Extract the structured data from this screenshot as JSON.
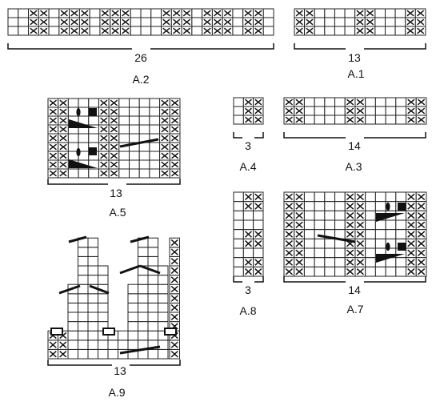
{
  "charts": [
    {
      "id": "A.2",
      "caption": "A.2",
      "stitch_count": "26",
      "rows": [
        "..XX.XXX.XXX...XXX.XXX.XX.",
        "..XX.XXX.XXX...XXX.XXX.XX.",
        "..XX.XXX.XXX...XXX.XXX.XX."
      ]
    },
    {
      "id": "A.1",
      "caption": "A.1",
      "stitch_count": "13",
      "rows": [
        "XX....XX...XX",
        "XX....XX...XX",
        "XX....XX...XX"
      ]
    },
    {
      "id": "A.5",
      "caption": "A.5",
      "stitch_count": "13",
      "rows": [
        "XX...XX....XX",
        "XX...XX....XX",
        "XX...XX....XX",
        "XX...XX....XX",
        "XX...XX....XX",
        "XX...XX....XX",
        "XX...XX....XX",
        "XX...XX....XX",
        "XX...XX....XX"
      ],
      "symbols": [
        "leaf",
        "filled-square",
        "wedge",
        "slant-line"
      ]
    },
    {
      "id": "A.4",
      "caption": "A.4",
      "stitch_count": "3",
      "rows": [
        ".XX",
        ".XX",
        ".XX"
      ]
    },
    {
      "id": "A.3",
      "caption": "A.3",
      "stitch_count": "14",
      "rows": [
        "XX....XX....XX",
        "XX....XX....XX",
        "XX....XX....XX"
      ]
    },
    {
      "id": "A.8",
      "caption": "A.8",
      "stitch_count": "3",
      "rows": [
        ".XX",
        ".XX",
        "...",
        "...",
        ".XX",
        ".XX",
        "...",
        ".XX",
        ".XX"
      ]
    },
    {
      "id": "A.7",
      "caption": "A.7",
      "stitch_count": "14",
      "rows": [
        "XX....XX....XX",
        "XX....XX....XX",
        "XX....XX....XX",
        "XX....XX....XX",
        "XX....XX....XX",
        "XX....XX....XX",
        "XX....XX....XX",
        "XX....XX....XX",
        "XX....XX....XX"
      ],
      "symbols": [
        "leaf",
        "filled-square",
        "wedge",
        "slant-line"
      ]
    },
    {
      "id": "A.9",
      "caption": "A.9",
      "stitch_count": "13",
      "symbols": [
        "slant-line",
        "open-rectangle"
      ]
    }
  ],
  "legend_colors": {
    "ink": "#111111",
    "grid": "#222222",
    "background": "#ffffff"
  }
}
